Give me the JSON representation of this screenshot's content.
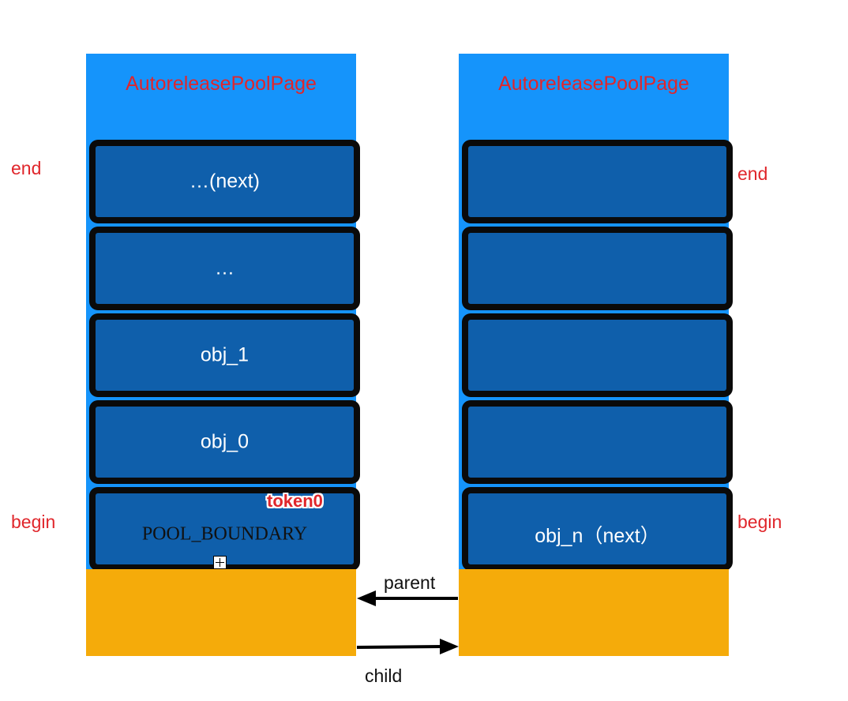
{
  "pages": [
    {
      "title": "AutoreleasePoolPage",
      "slots": [
        "…(next)",
        "…",
        "obj_1",
        "obj_0",
        "POOL_BOUNDARY"
      ]
    },
    {
      "title": "AutoreleasePoolPage",
      "slots": [
        "",
        "",
        "",
        "",
        "obj_n（next）"
      ]
    }
  ],
  "labels": {
    "left_end": "end",
    "left_begin": "begin",
    "right_end": "end",
    "right_begin": "begin",
    "token": "token0",
    "parent": "parent",
    "child": "child"
  },
  "colors": {
    "page_blue": "#1594fb",
    "slot_blue": "#0f5fab",
    "footer_orange": "#f5ab0a",
    "label_red": "#e0262b"
  }
}
